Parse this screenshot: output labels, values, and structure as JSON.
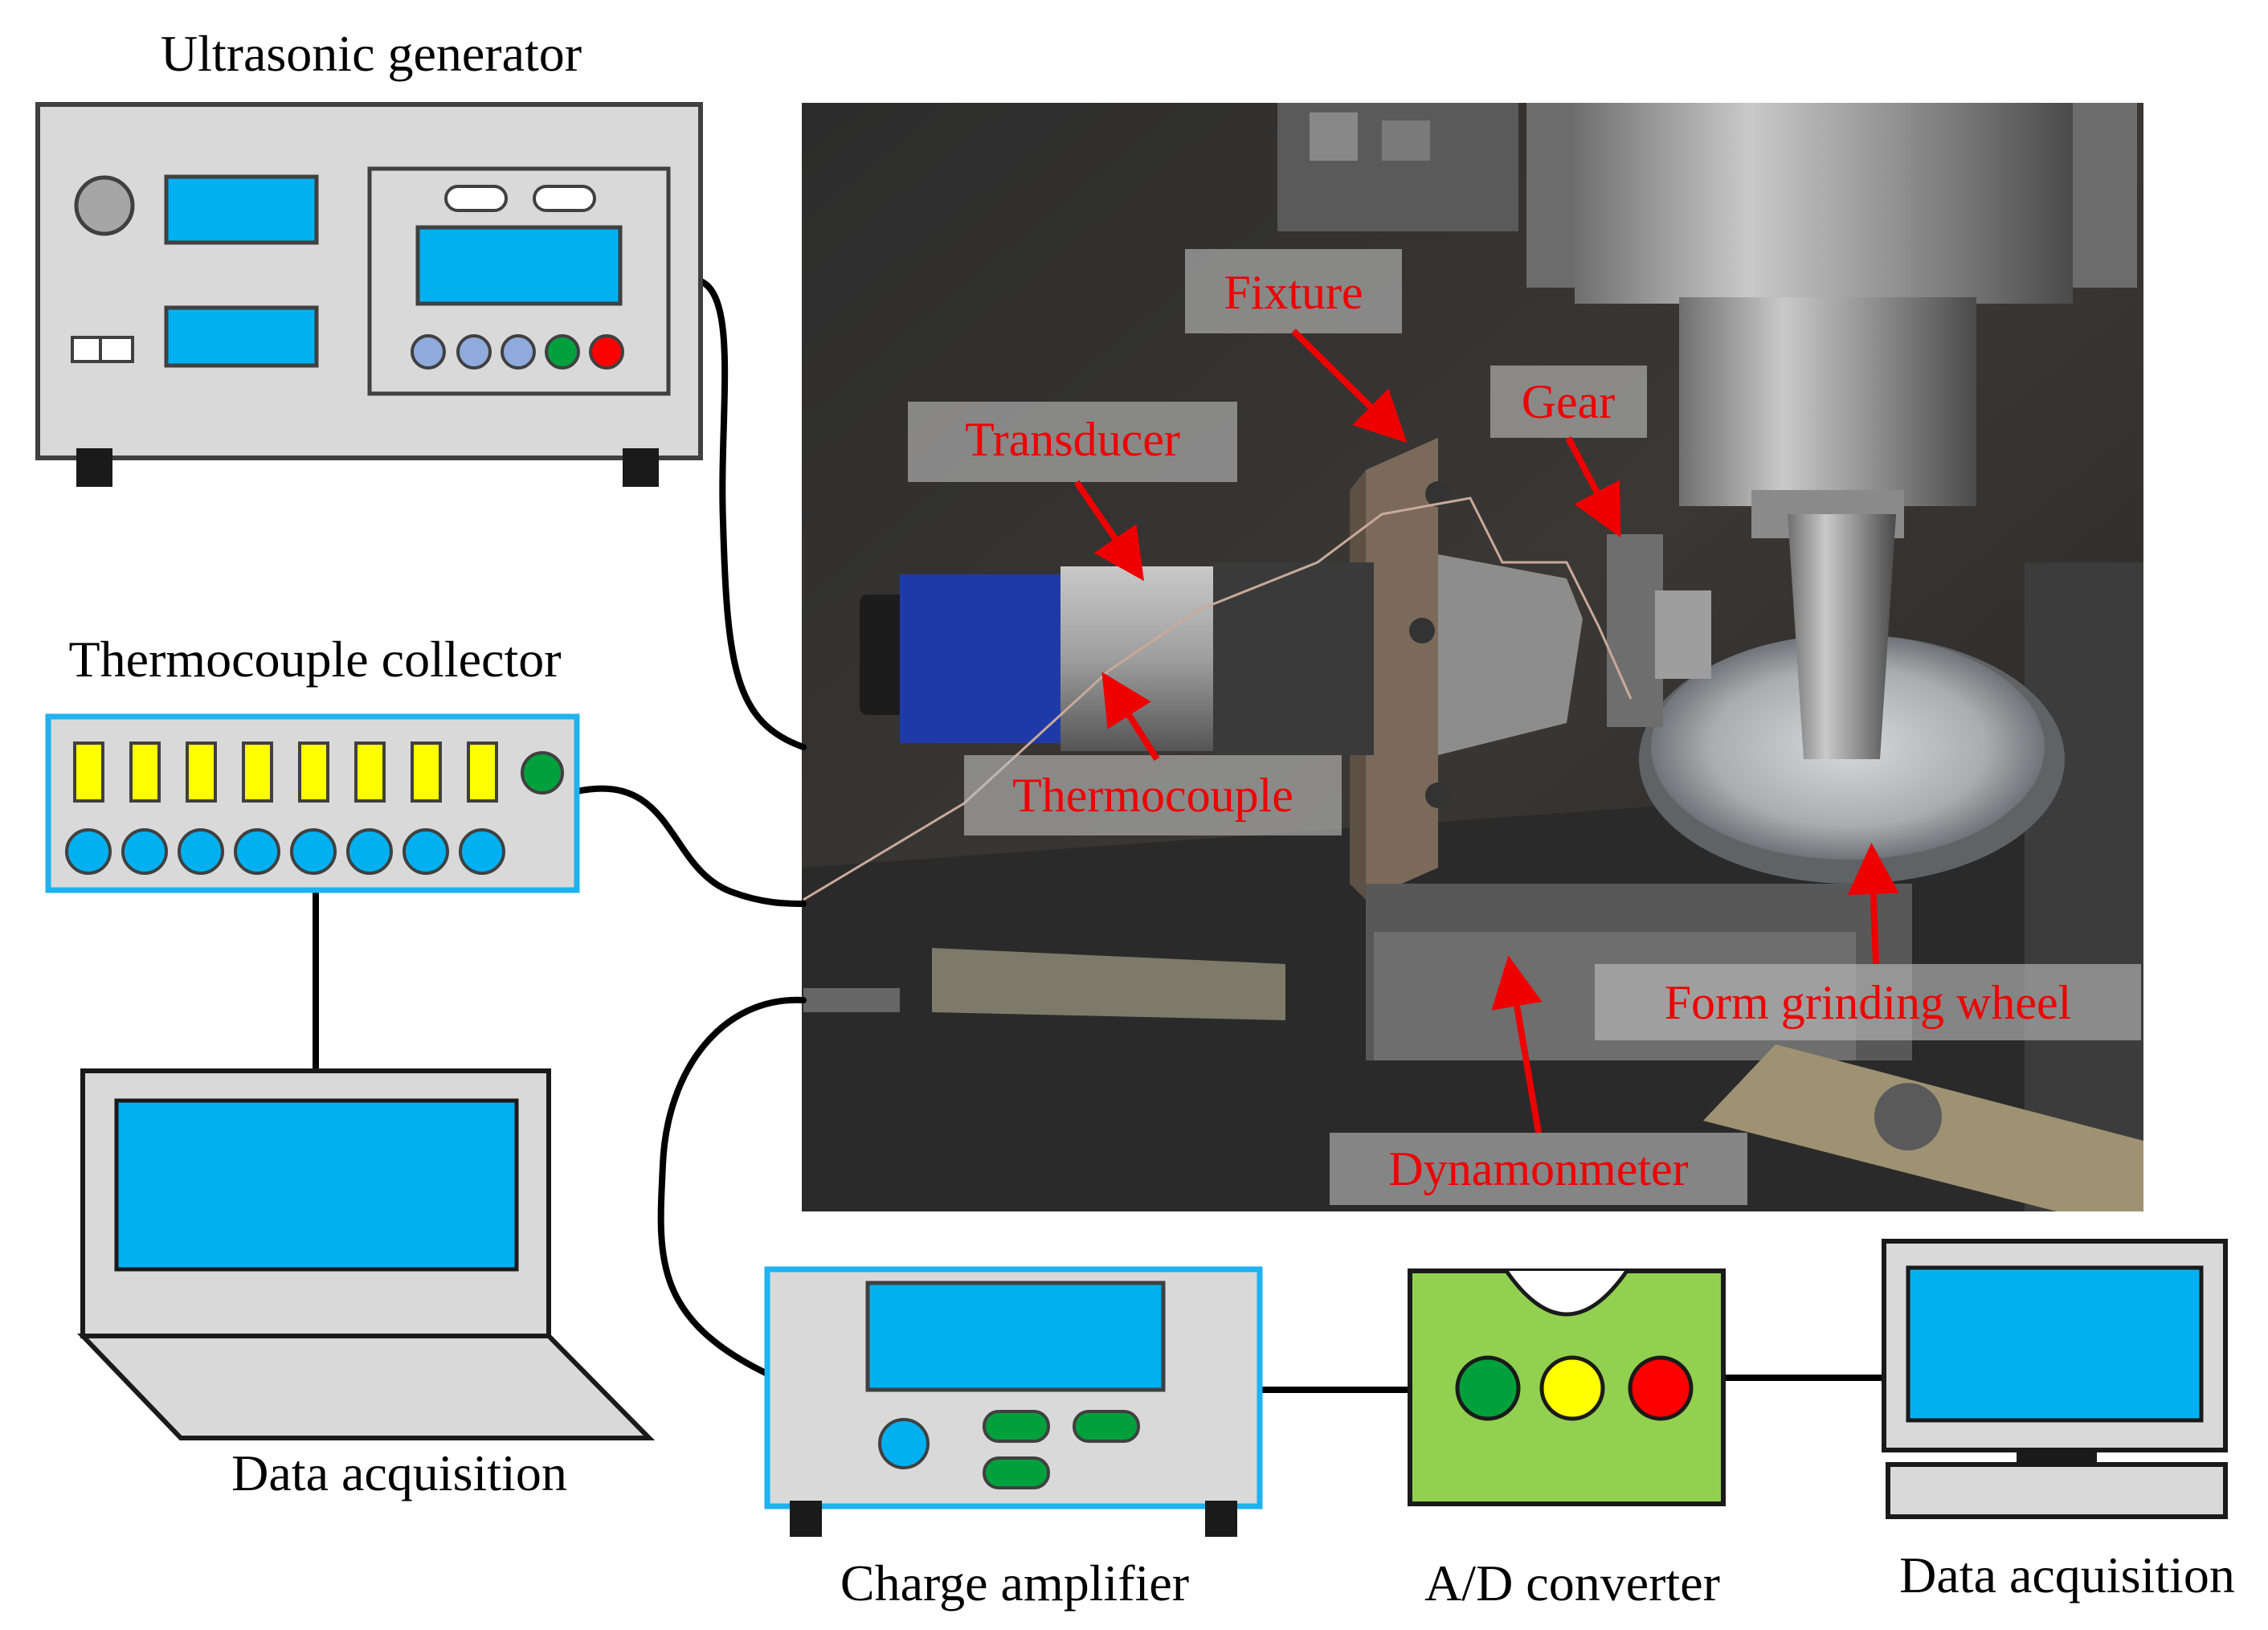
{
  "devices": {
    "ultrasonic_generator": "Ultrasonic generator",
    "thermocouple_collector": "Thermocouple collector",
    "data_acquisition_laptop": "Data acquisition",
    "charge_amplifier": "Charge amplifier",
    "ad_converter": "A/D converter",
    "data_acquisition_desktop": "Data acquisition"
  },
  "photo_labels": {
    "fixture": "Fixture",
    "gear": "Gear",
    "transducer": "Transducer",
    "thermocouple": "Thermocouple",
    "form_grinding_wheel": "Form grinding wheel",
    "dynamometer": "Dynamonmeter"
  },
  "colors": {
    "screen_blue": "#00b0f0",
    "device_gray": "#d9d9d9",
    "collector_border": "#1fb1f0",
    "thermo_yellow": "#ffff00",
    "knob_blue": "#8faadc",
    "green": "#00a03c",
    "red": "#ff0000",
    "converter_green": "#92d050",
    "annotation_red": "#ee0000"
  }
}
